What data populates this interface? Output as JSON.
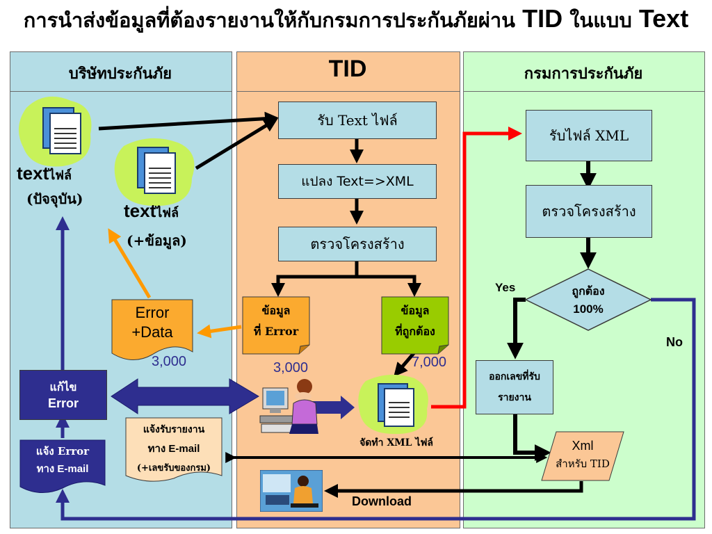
{
  "title": {
    "thai1": "การนำส่งข้อมูลที่ต้องรายงานให้กับกรมการประกันภัยผ่าน",
    "tid": "TID",
    "thai2": "ในแบบ",
    "text": "Text"
  },
  "columns": {
    "insurer": "บริษัทประกันภัย",
    "tid": "TID",
    "department": "กรมการประกันภัย"
  },
  "insurer": {
    "file1_label_a": "text",
    "file1_label_b": "ไฟล์",
    "file1_sub": "(ปัจจุบัน)",
    "file2_label_a": "text",
    "file2_label_b": "ไฟล์",
    "file2_sub": "(+ข้อมูล)",
    "error_data_a": "Error",
    "error_data_b": "+Data",
    "count_error": "3,000",
    "fix_a": "แก้ไข",
    "fix_b": "Error",
    "ack_a": "แจ้งรับรายงาน",
    "ack_b": "ทาง E-mail",
    "ack_c": "(+เลขรับของกรม)",
    "notify_a": "แจ้ง Error",
    "notify_b": "ทาง E-mail"
  },
  "tid": {
    "receive": "รับ Text ไฟล์",
    "convert": "แปลง Text=>XML",
    "check": "ตรวจโครงสร้าง",
    "error_a": "ข้อมูล",
    "error_b": "ที่ Error",
    "correct_a": "ข้อมูล",
    "correct_b": "ที่ถูกต้อง",
    "count_error": "3,000",
    "count_correct": "7,000",
    "make_xml": "จัดทำ XML ไฟล์",
    "download": "Download"
  },
  "department": {
    "receive": "รับไฟล์ XML",
    "check": "ตรวจโครงสร้าง",
    "decision_a": "ถูกต้อง",
    "decision_b": "100%",
    "yes": "Yes",
    "no": "No",
    "issue_a": "ออกเลขที่รับ",
    "issue_b": "รายงาน",
    "xml_a": "Xml",
    "xml_b": "สำหรับ TID"
  },
  "colors": {
    "insurer_bg": "#b4dde6",
    "tid_bg": "#fbc796",
    "department_bg": "#ccfecc",
    "process_box": "#b4dde6",
    "error_doc": "#fbaa2f",
    "correct_doc": "#99cc00",
    "navy": "#2e2e8f",
    "red_arrow": "#ff0000",
    "orange_arrow": "#ff9900"
  }
}
